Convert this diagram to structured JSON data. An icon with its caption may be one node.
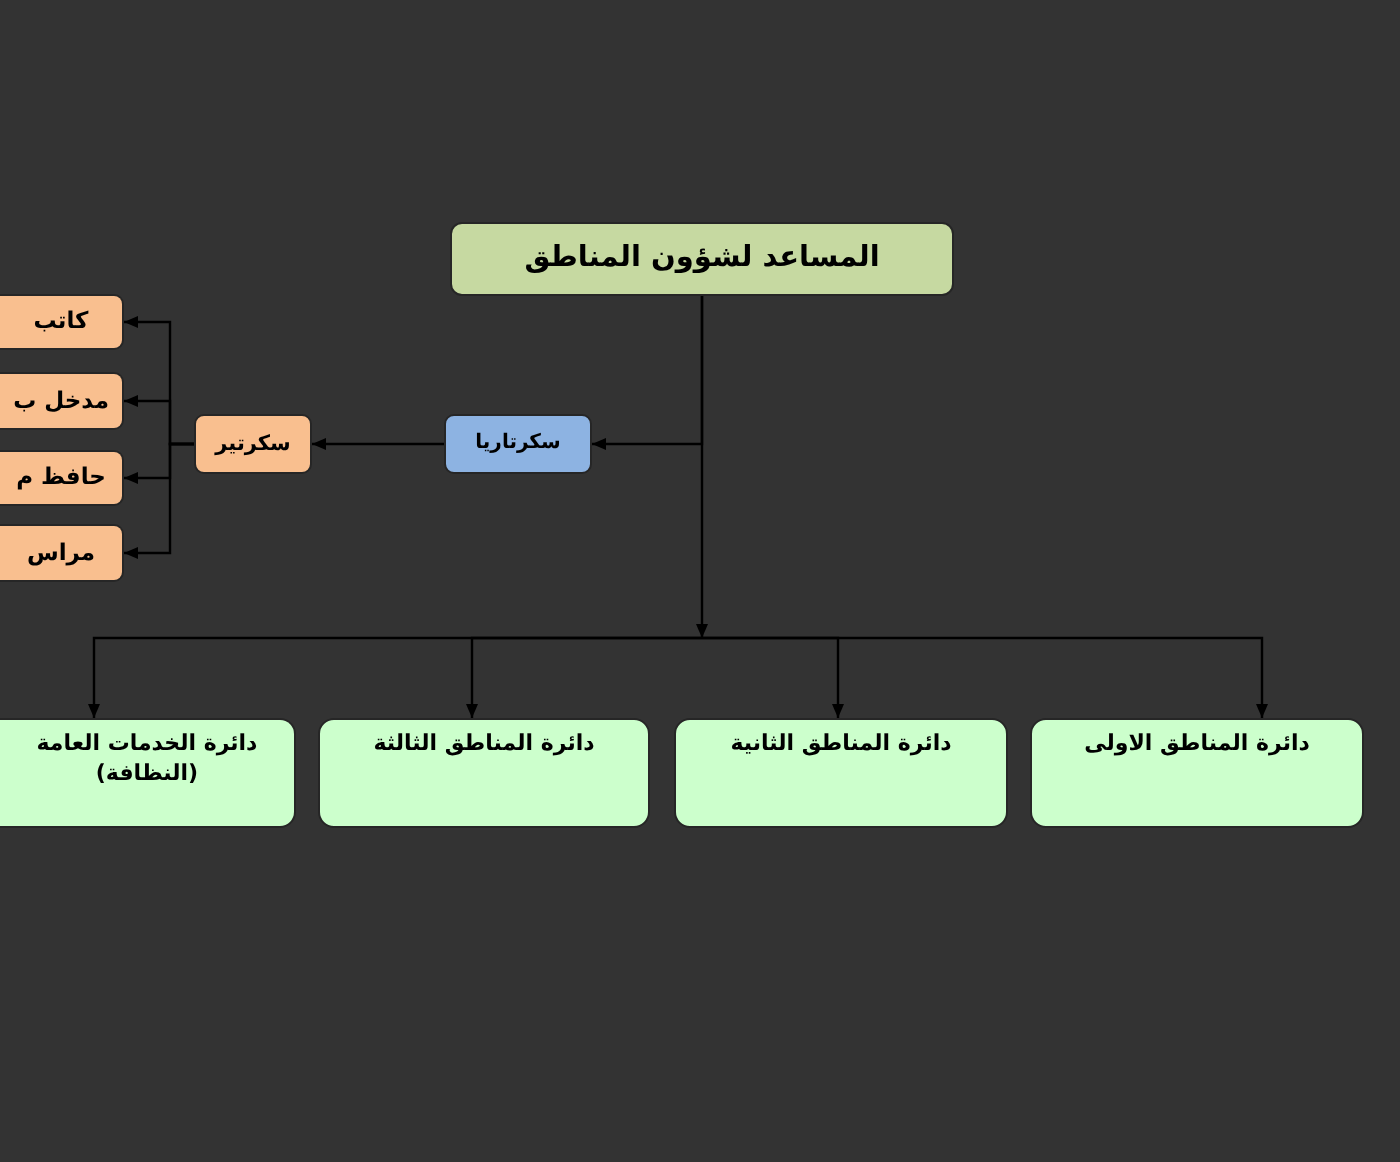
{
  "diagram": {
    "nodes": [
      {
        "text": [
          "المساعد لشؤون المناطق"
        ]
      },
      {
        "text": [
          "سكرتاريا"
        ]
      },
      {
        "text": [
          "سكرتير"
        ]
      },
      {
        "text": [
          "كاتب"
        ]
      },
      {
        "text": [
          "مدخل ب"
        ]
      },
      {
        "text": [
          "حافظ م"
        ]
      },
      {
        "text": [
          "مراس"
        ]
      },
      {
        "text": [
          "دائرة المناطق الاولى"
        ]
      },
      {
        "text": [
          "دائرة المناطق الثانية"
        ]
      },
      {
        "text": [
          "دائرة المناطق الثالثة"
        ]
      },
      {
        "text": [
          "دائرة الخدمات العامة (النظافة)"
        ]
      }
    ],
    "edges": [
      {
        "from": 0,
        "to": 1,
        "arrow": "to"
      },
      {
        "from": 1,
        "to": 2,
        "arrow": "to"
      },
      {
        "from": 2,
        "to": 3,
        "arrow": "to"
      },
      {
        "from": 2,
        "to": 4,
        "arrow": "to"
      },
      {
        "from": 2,
        "to": 5,
        "arrow": "to"
      },
      {
        "from": 2,
        "to": 6,
        "arrow": "to"
      },
      {
        "from": 0,
        "to": 7,
        "arrow": "to"
      },
      {
        "from": 0,
        "to": 8,
        "arrow": "to"
      },
      {
        "from": 0,
        "to": 9,
        "arrow": "to"
      },
      {
        "from": 0,
        "to": 10,
        "arrow": "to"
      }
    ]
  }
}
